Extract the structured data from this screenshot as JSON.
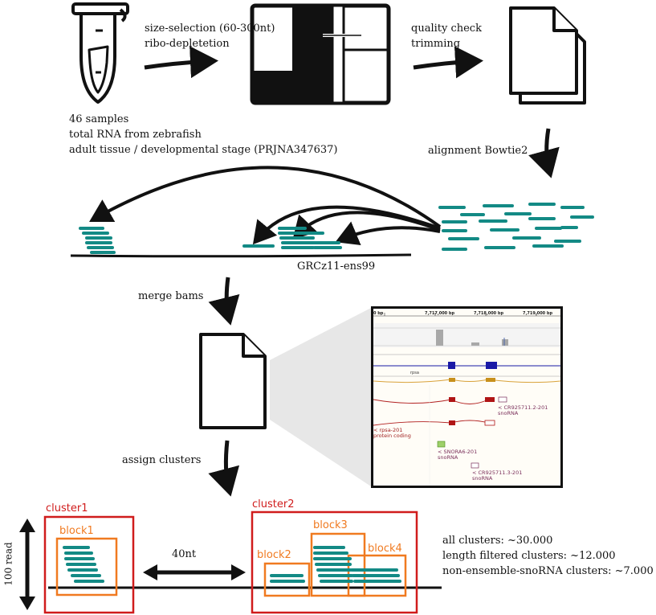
{
  "step1": {
    "arrow_label_1": "size-selection (60-300nt)",
    "arrow_label_2": "ribo-depletetion"
  },
  "step2": {
    "arrow_label_1": "quality check",
    "arrow_label_2": "trimming"
  },
  "samples": {
    "line1": "46 samples",
    "line2": "total RNA from zebrafish",
    "line3": "adult tissue / developmental stage (PRJNA347637)"
  },
  "alignment": {
    "label": "alignment Bowtie2"
  },
  "genome": {
    "label": "GRCz11-ens99"
  },
  "merge": {
    "label": "merge bams"
  },
  "assign": {
    "label": "assign clusters"
  },
  "igv": {
    "ticks": [
      "0 bp",
      "7,717,000 bp",
      "7,718,000 bp",
      "7,719,000 bp"
    ],
    "gene_label": "rpsa",
    "features": [
      {
        "name": "< CR925711.2-201",
        "type": "snoRNA"
      },
      {
        "name": "< rpsa-201",
        "type": "protein coding"
      },
      {
        "name": "< SNORA6-201",
        "type": "snoRNA"
      },
      {
        "name": "< CR925711.3-201",
        "type": "snoRNA"
      }
    ]
  },
  "clusters": {
    "cluster1": "cluster1",
    "cluster2": "cluster2",
    "block1": "block1",
    "block2": "block2",
    "block3": "block3",
    "block4": "block4",
    "gap_label": "40nt",
    "read_axis": "100 read",
    "colors": {
      "cluster": "#d01c1c",
      "block": "#f07a20",
      "read": "#138a85"
    }
  },
  "stats": {
    "line1": "all clusters: ~30.000",
    "line2": "length filtered clusters: ~12.000",
    "line3": "non-ensemble-snoRNA clusters: ~7.000"
  }
}
